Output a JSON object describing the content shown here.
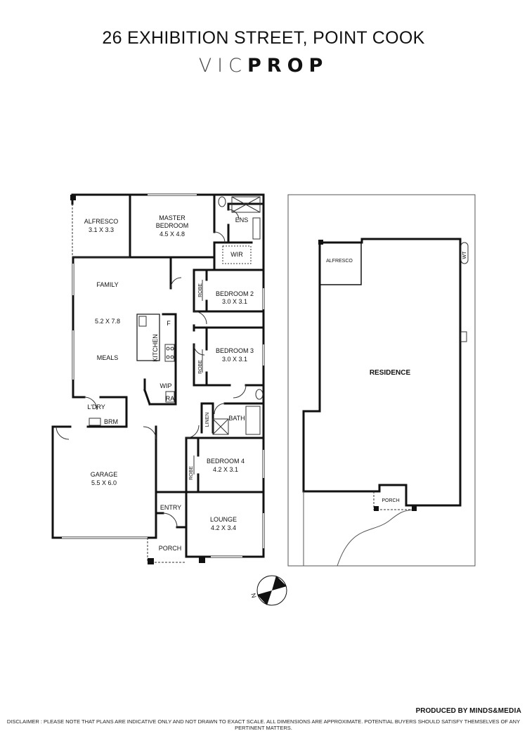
{
  "header": {
    "address": "26 EXHIBITION STREET, POINT COOK",
    "brand_light": "VIC",
    "brand_bold": "PROP"
  },
  "floorplan": {
    "rooms": {
      "alfresco": {
        "name": "ALFRESCO",
        "dims": "3.1 X 3.3"
      },
      "master": {
        "name_line1": "MASTER",
        "name_line2": "BEDROOM",
        "dims": "4.5 X 4.8"
      },
      "ens": "ENS",
      "wir_master": "WIR",
      "family": "FAMILY",
      "family_dims": "5.2 X 7.8",
      "meals": "MEALS",
      "kitchen": "KITCHEN",
      "fridge": "F",
      "wip": "WIP",
      "ra": "RA",
      "bedroom2": {
        "name": "BEDROOM 2",
        "dims": "3.0 X 3.1"
      },
      "bedroom3": {
        "name": "BEDROOM 3",
        "dims": "3.0 X 3.1"
      },
      "bedroom4": {
        "name": "BEDROOM 4",
        "dims": "4.2 X 3.1"
      },
      "robe": "ROBE",
      "ldry": "L'DRY",
      "brm": "BRM",
      "linen": "LINEN",
      "bath": "BATH",
      "garage": {
        "name": "GARAGE",
        "dims": "5.5 X 6.0"
      },
      "entry": "ENTRY",
      "lounge": {
        "name": "LOUNGE",
        "dims": "4.2 X 3.4"
      },
      "porch": "PORCH"
    }
  },
  "siteplan": {
    "alfresco": "ALFRESCO",
    "residence": "RESIDENCE",
    "porch": "PORCH",
    "wt": "WT"
  },
  "compass": {
    "north": "N"
  },
  "footer": {
    "produced_by": "PRODUCED BY",
    "producer": "MINDS&MEDIA",
    "disclaimer": "DISCLAIMER : PLEASE NOTE THAT PLANS ARE INDICATIVE ONLY AND NOT DRAWN TO EXACT SCALE. ALL DIMENSIONS ARE APPROXIMATE. POTENTIAL BUYERS SHOULD SATISFY THEMSELVES OF ANY PERTINENT MATTERS."
  }
}
